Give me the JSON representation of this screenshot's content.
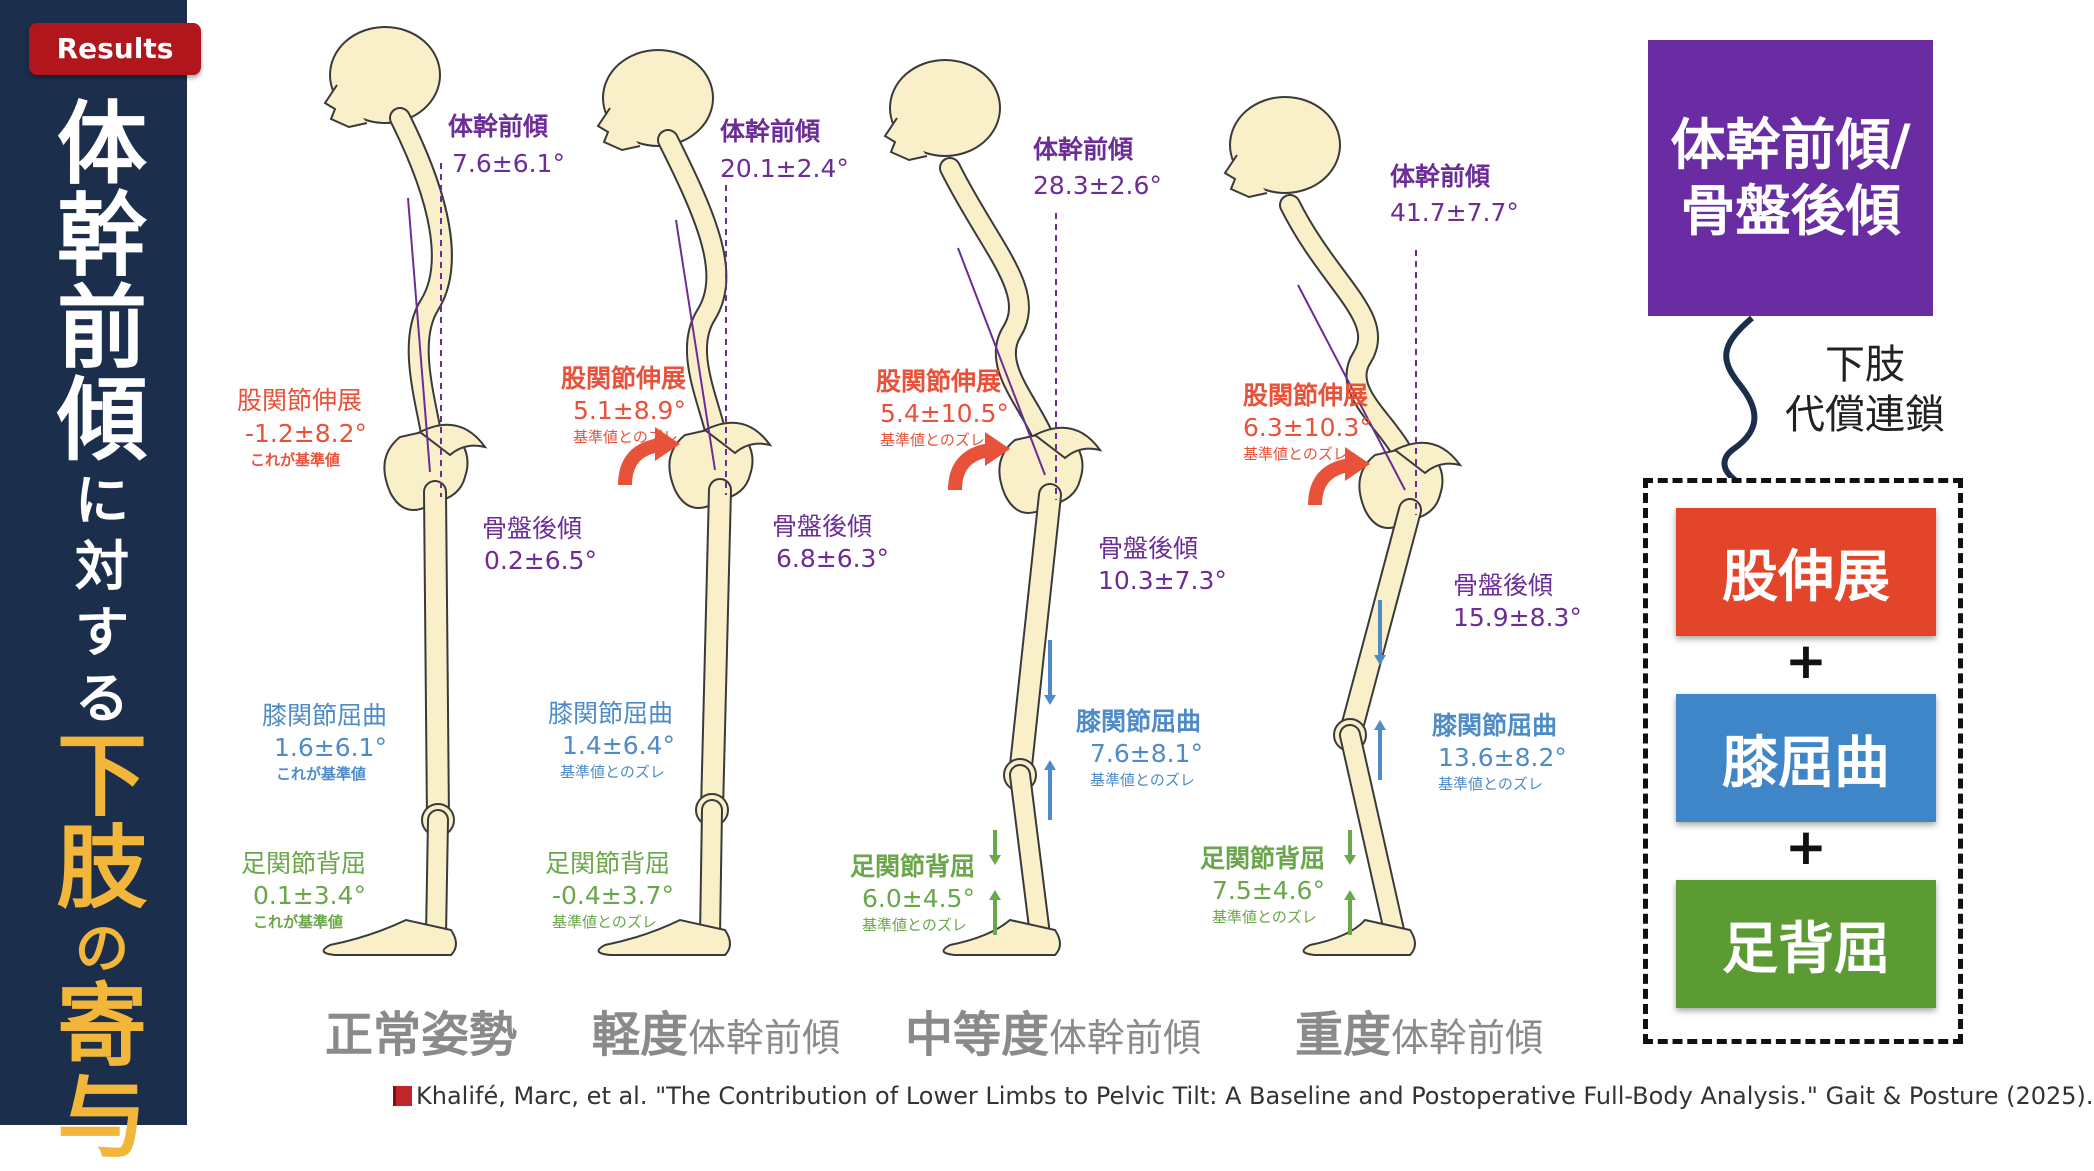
{
  "badge": "Results",
  "title": {
    "part1": [
      "体",
      "幹",
      "前",
      "傾"
    ],
    "part2": [
      "に",
      "対",
      "す",
      "る"
    ],
    "part3": [
      "下",
      "肢",
      "の",
      "寄",
      "与"
    ]
  },
  "colors": {
    "sidebar": "#1b2f4d",
    "badge": "#b0161b",
    "trunk": "#6c2d96",
    "hip": "#e8523a",
    "knee": "#4f8cc7",
    "ankle": "#6aa64a",
    "highlight": "#f2b63a"
  },
  "figures": [
    {
      "caption_main": "正常姿勢",
      "caption_sub": "",
      "trunk": {
        "label": "体幹前傾",
        "value": "7.6±6.1°"
      },
      "hip": {
        "label": "股関節伸展",
        "value": "-1.2±8.2°",
        "note": "これが基準値"
      },
      "pelvis": {
        "label": "骨盤後傾",
        "value": "0.2±6.5°"
      },
      "knee": {
        "label": "膝関節屈曲",
        "value": "1.6±6.1°",
        "note": "これが基準値"
      },
      "ankle": {
        "label": "足関節背屈",
        "value": "0.1±3.4°",
        "note": "これが基準値"
      }
    },
    {
      "caption_main": "軽度",
      "caption_sub": "体幹前傾",
      "trunk": {
        "label": "体幹前傾",
        "value": "20.1±2.4°"
      },
      "hip": {
        "label": "股関節伸展",
        "value": "5.1±8.9°",
        "note": "基準値とのズレ"
      },
      "pelvis": {
        "label": "骨盤後傾",
        "value": "6.8±6.3°"
      },
      "knee": {
        "label": "膝関節屈曲",
        "value": "1.4±6.4°",
        "note": "基準値とのズレ"
      },
      "ankle": {
        "label": "足関節背屈",
        "value": "-0.4±3.7°",
        "note": "基準値とのズレ"
      }
    },
    {
      "caption_main": "中等度",
      "caption_sub": "体幹前傾",
      "trunk": {
        "label": "体幹前傾",
        "value": "28.3±2.6°"
      },
      "hip": {
        "label": "股関節伸展",
        "value": "5.4±10.5°",
        "note": "基準値とのズレ"
      },
      "pelvis": {
        "label": "骨盤後傾",
        "value": "10.3±7.3°"
      },
      "knee": {
        "label": "膝関節屈曲",
        "value": "7.6±8.1°",
        "note": "基準値とのズレ"
      },
      "ankle": {
        "label": "足関節背屈",
        "value": "6.0±4.5°",
        "note": "基準値とのズレ"
      }
    },
    {
      "caption_main": "重度",
      "caption_sub": "体幹前傾",
      "trunk": {
        "label": "体幹前傾",
        "value": "41.7±7.7°"
      },
      "hip": {
        "label": "股関節伸展",
        "value": "6.3±10.3°",
        "note": "基準値とのズレ"
      },
      "pelvis": {
        "label": "骨盤後傾",
        "value": "15.9±8.3°"
      },
      "knee": {
        "label": "膝関節屈曲",
        "value": "13.6±8.2°",
        "note": "基準値とのズレ"
      },
      "ankle": {
        "label": "足関節背屈",
        "value": "7.5±4.6°",
        "note": "基準値とのズレ"
      }
    }
  ],
  "panel": {
    "top_line1": "体幹前傾/",
    "top_line2": "骨盤後傾",
    "chain_line1": "下肢",
    "chain_line2": "代償連鎖",
    "components": [
      {
        "label": "股伸展",
        "color": "#e2452a"
      },
      {
        "label": "膝屈曲",
        "color": "#3f86c9"
      },
      {
        "label": "足背屈",
        "color": "#5c9a34"
      }
    ],
    "plus": "+"
  },
  "citation": "Khalifé, Marc, et al. \"The Contribution of Lower Limbs to Pelvic Tilt: A Baseline and Postoperative Full-Body Analysis.\" Gait & Posture (2025)."
}
